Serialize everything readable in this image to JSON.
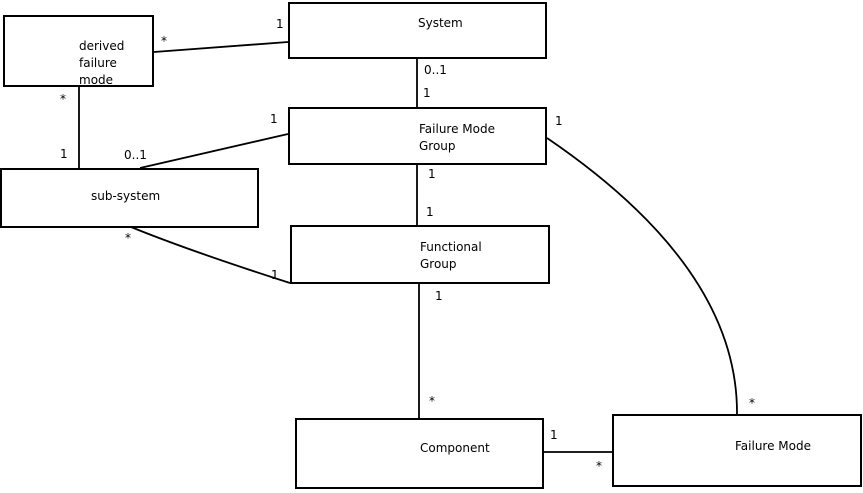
{
  "diagram": {
    "type": "uml-entity-relationship",
    "colors": {
      "background": "#ffffff",
      "line": "#000000",
      "text": "#000000",
      "node_fill": "#ffffff"
    },
    "nodes": {
      "derived_failure_mode": "derived\nfailure\nmode",
      "system": "System",
      "failure_mode_group": "Failure Mode\nGroup",
      "sub_system": "sub-system",
      "functional_group": "Functional\nGroup",
      "component": "Component",
      "failure_mode": "Failure Mode"
    },
    "edges": [
      {
        "from": "derived failure mode",
        "to": "System",
        "from_mult": "*",
        "to_mult": "1"
      },
      {
        "from": "derived failure mode",
        "to": "sub-system",
        "from_mult": "*",
        "to_mult": "1"
      },
      {
        "from": "Failure Mode Group",
        "to": "sub-system",
        "from_mult": "1",
        "to_mult": "0..1"
      },
      {
        "from": "System",
        "to": "Failure Mode Group",
        "from_mult": "0..1",
        "to_mult": "1"
      },
      {
        "from": "Failure Mode Group",
        "to": "Functional Group",
        "from_mult": "1",
        "to_mult": "1"
      },
      {
        "from": "sub-system",
        "to": "Functional Group",
        "from_mult": "*",
        "to_mult": "1"
      },
      {
        "from": "Functional Group",
        "to": "Component",
        "from_mult": "1",
        "to_mult": "*"
      },
      {
        "from": "Component",
        "to": "Failure Mode",
        "from_mult": "1",
        "to_mult": "*"
      },
      {
        "from": "Failure Mode Group",
        "to": "Failure Mode",
        "from_mult": "1",
        "to_mult": "*"
      }
    ]
  }
}
